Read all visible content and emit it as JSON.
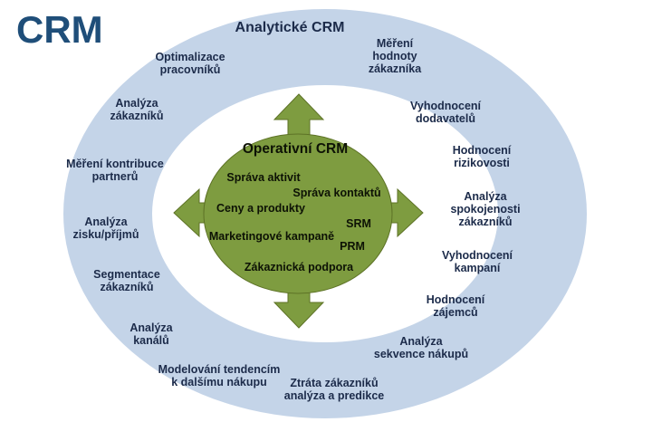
{
  "page_title": "CRM",
  "outer_ring": {
    "title": "Analytické CRM",
    "labels": [
      "Optimalizace\npracovníků",
      "Analýza\nzákazníků",
      "Měření kontribuce\npartnerů",
      "Analýza\nzisku/příjmů",
      "Segmentace\nzákazníků",
      "Analýza\nkanálů",
      "Modelování tendencím\nk dalšímu nákupu",
      "Ztráta zákazníků\nanalýza a predikce",
      "Analýza\nsekvence nákupů",
      "Hodnocení\nzájemců",
      "Vyhodnocení\nkampaní",
      "Analýza\nspokojenosti\nzákazníků",
      "Hodnocení\nrizikovosti",
      "Vyhodnocení\ndodavatelů",
      "Měření\nhodnoty\nzákazníka"
    ]
  },
  "inner_circle": {
    "title": "Operativní CRM",
    "items": [
      "Správa aktivit",
      "Správa kontaktů",
      "Ceny a produkty",
      "SRM",
      "Marketingové kampaně",
      "PRM",
      "Zákaznická podpora"
    ]
  },
  "colors": {
    "ring-blue": "#c4d4e8",
    "olive": "#7e9c40",
    "olive-dark": "#5d7226",
    "navy": "#1f4e79",
    "text-dark": "#1c2b4a",
    "core-text": "#0d1205"
  }
}
